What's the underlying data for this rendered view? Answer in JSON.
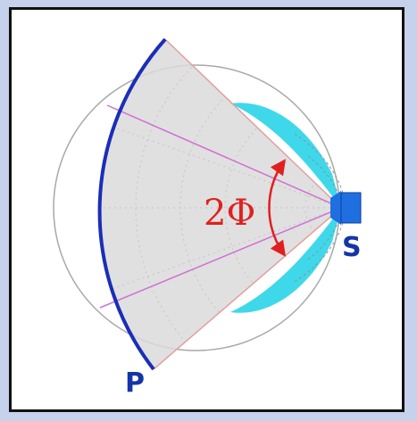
{
  "labels": {
    "angle": "2Φ",
    "source": "S",
    "point": "P"
  },
  "colors": {
    "background": "#c6d2ec",
    "frame_border": "#111111",
    "aperture_arc": "#1a2eb8",
    "cone_fill": "#dadada",
    "cone_edge": "#e0a0a0",
    "marginal_rays": "#d070d0",
    "lobes": "#2ad4e8",
    "angle_marker": "#e02020",
    "emitter": "#1f6fe0"
  }
}
